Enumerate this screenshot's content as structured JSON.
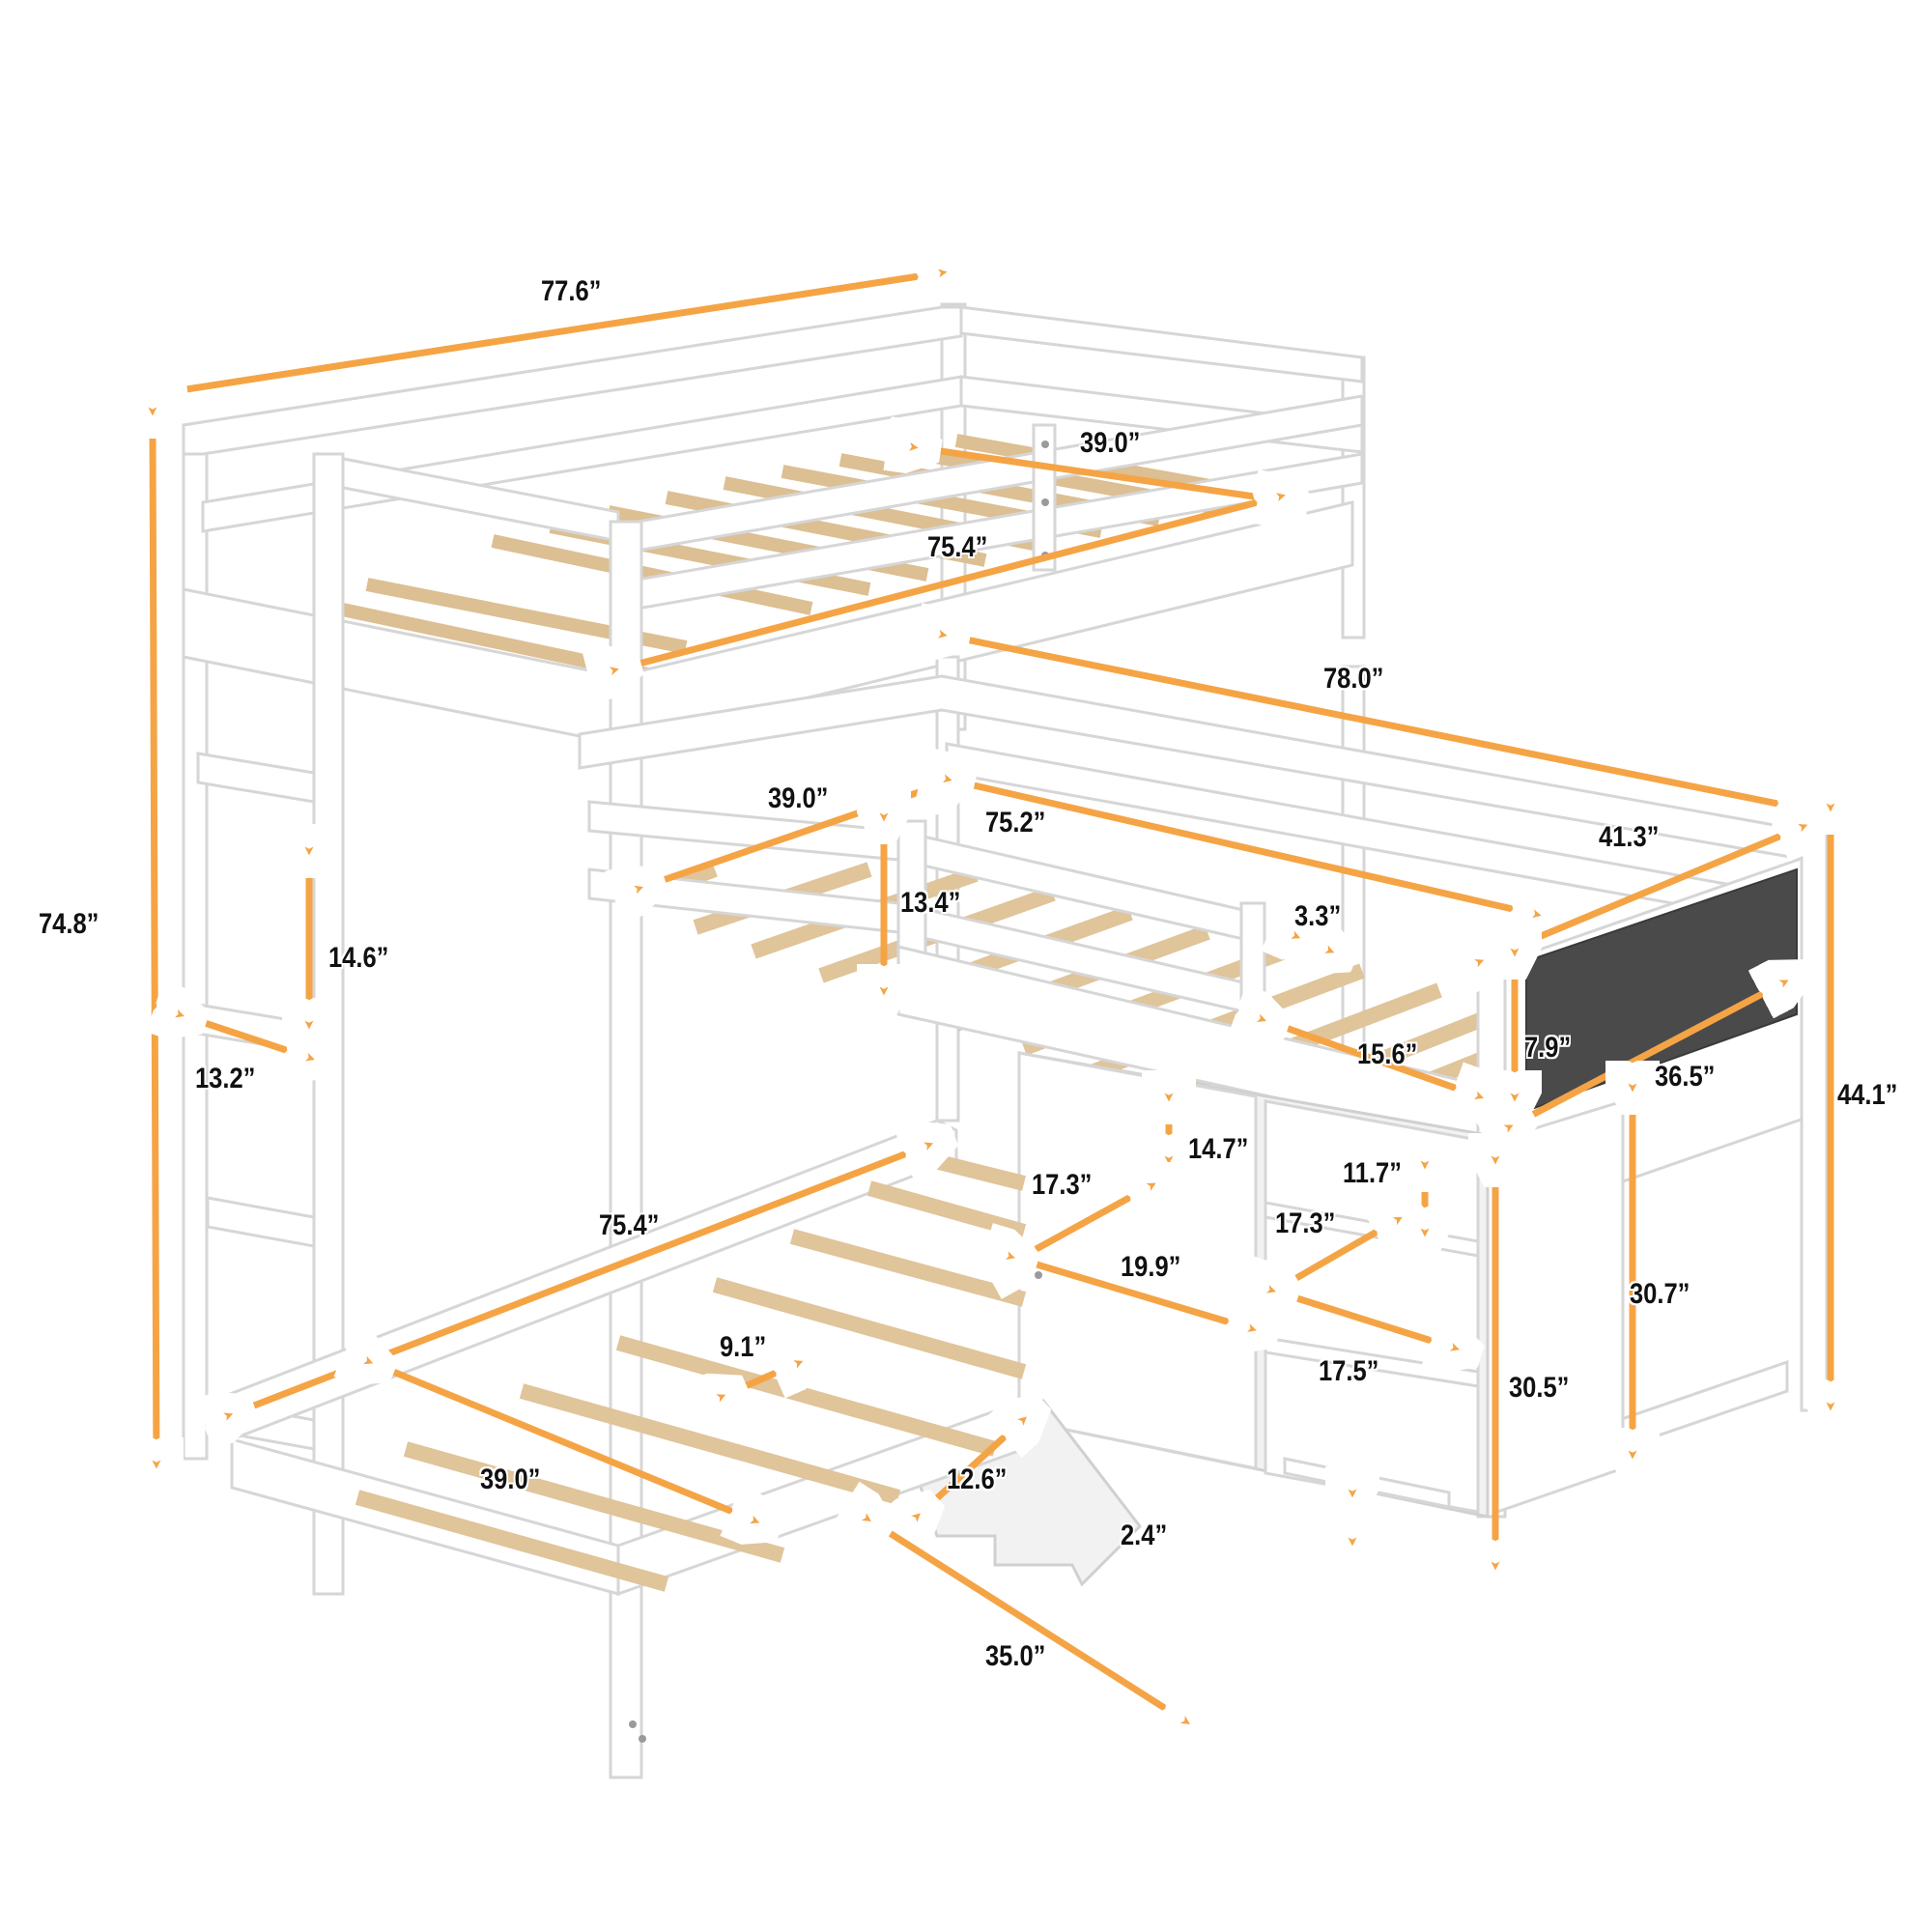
{
  "diagram": {
    "subject": "L-shaped triple loft bunk bed with storage cabinet and chalkboard",
    "colors": {
      "frame": "#ffffff",
      "frame_edge": "#d6d6d6",
      "slats": "#e0c49a",
      "dimension_arrows": "#f5a445",
      "chalkboard": "#4a4a4a",
      "label_text": "#111111"
    },
    "dimensions": {
      "top_bunk_length_overall": "77.6”",
      "overall_height": "74.8”",
      "top_bunk_width": "39.0”",
      "top_bunk_mattress_length": "75.4”",
      "middle_bunk_length_overall": "78.0”",
      "middle_bunk_width": "39.0”",
      "middle_bunk_mattress_length": "75.2”",
      "middle_bunk_end_width": "41.3”",
      "guardrail_height": "13.4”",
      "slat_gap": "3.3”",
      "ladder_step_spacing": "14.6”",
      "ladder_width": "13.2”",
      "guardrail_opening": "15.6”",
      "chalkboard_height": "7.9”",
      "chalkboard_width": "36.5”",
      "middle_bunk_height": "44.1”",
      "cabinet_top_gap": "14.7”",
      "cabinet_depth_left": "17.3”",
      "cabinet_shelf_height": "11.7”",
      "cabinet_depth_right": "17.3”",
      "cabinet_left_width": "19.9”",
      "cabinet_right_width": "17.5”",
      "cabinet_height_side": "30.7”",
      "cabinet_height_front": "30.5”",
      "bottom_bunk_mattress_length": "75.4”",
      "bottom_bunk_slat_gap": "9.1”",
      "bottom_bunk_width": "39.0”",
      "cabinet_step_depth": "12.6”",
      "cabinet_bottom_gap": "2.4”",
      "cabinet_overall_width": "35.0”"
    }
  }
}
